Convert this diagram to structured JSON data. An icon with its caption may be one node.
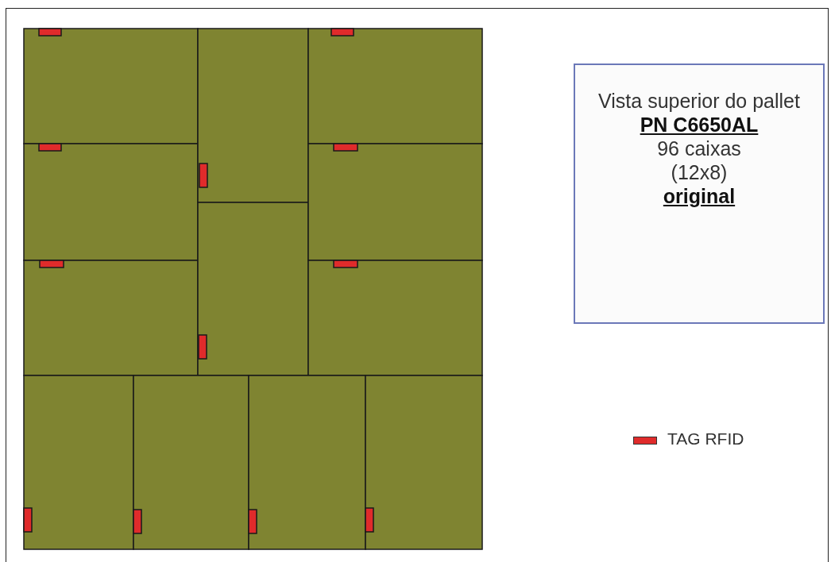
{
  "diagram": {
    "nodes": [
      {
        "text": [
          "Vista superior do pallet",
          "PN C6650AL",
          "96 caixas (12x8)",
          "original"
        ]
      }
    ],
    "legend": [
      {
        "text": "TAG RFID",
        "color": "#e02b2b"
      }
    ]
  }
}
